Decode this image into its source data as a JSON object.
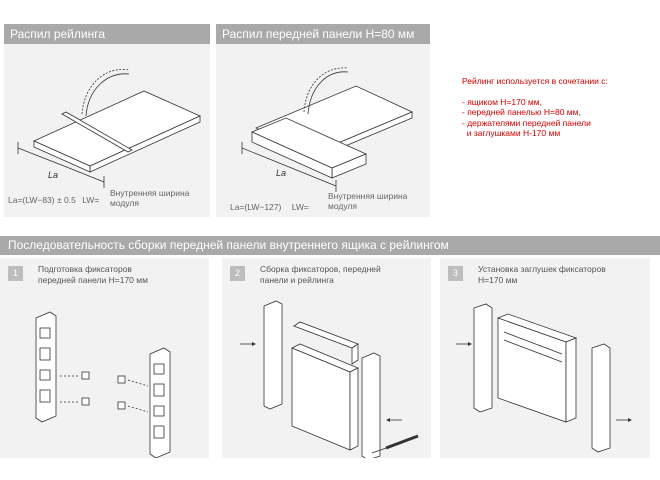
{
  "top_left": {
    "title": "Распил рейлинга",
    "formula": "La=(LW−83) ± 0.5",
    "lw": "LW=",
    "lw_desc_1": "Внутренняя ширина",
    "lw_desc_2": "модуля",
    "dim_label": "La"
  },
  "top_right": {
    "title": "Распил передней панели H=80 мм",
    "formula": "La=(LW−127)",
    "lw": "LW=",
    "lw_desc_1": "Внутренняя ширина",
    "lw_desc_2": "модуля",
    "dim_label": "La"
  },
  "note": {
    "heading": "Рейлинг используется в сочетании с:",
    "items": [
      "- ящиком H=170 мм,",
      "- передней панелью H=80 мм,",
      "- держателями передней панели",
      "  и заглушками H-170 мм"
    ]
  },
  "section": {
    "title": "Последовательность сборки передней панели внутреннего ящика с рейлингом"
  },
  "steps": [
    {
      "num": "1",
      "title_1": "Подготовка фиксаторов",
      "title_2": "передней панели H=170 мм"
    },
    {
      "num": "2",
      "title_1": "Сборка фиксаторов, передней",
      "title_2": "панели и рейлинга"
    },
    {
      "num": "3",
      "title_1": "Установка заглушек фиксаторов",
      "title_2": "H=170 мм"
    }
  ]
}
